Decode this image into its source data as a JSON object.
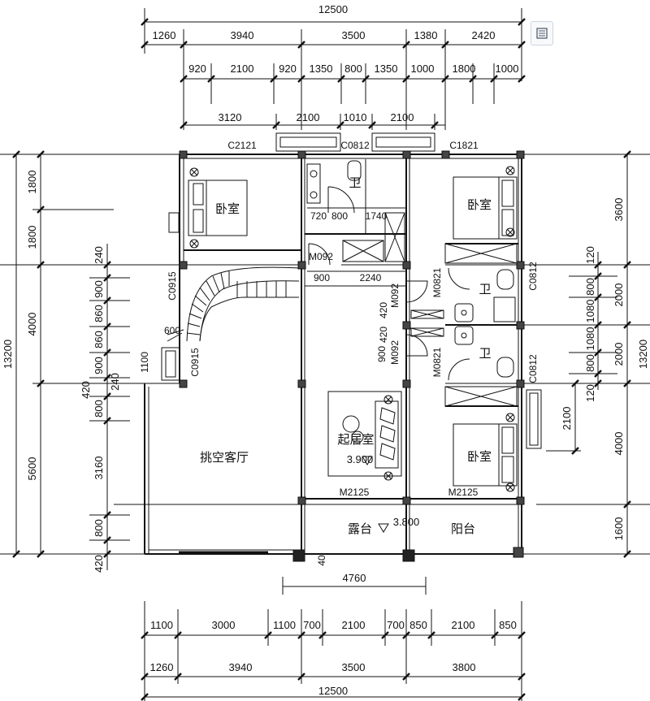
{
  "expand_icon": "fullscreen-icon",
  "top_overall": "12500",
  "top_row1": [
    "1260",
    "3940",
    "3500",
    "1380",
    "2420"
  ],
  "top_row2": [
    "920",
    "2100",
    "920",
    "1350",
    "800",
    "1350",
    "1000",
    "1800",
    "1000"
  ],
  "top_row3": [
    "3120",
    "2100",
    "1010",
    "2100"
  ],
  "bottom_row1": [
    "1100",
    "3000",
    "1100",
    "700",
    "2100",
    "700",
    "850",
    "2100",
    "850"
  ],
  "bottom_row2": [
    "1260",
    "3940",
    "3500",
    "3800"
  ],
  "bottom_overall": "12500",
  "left_outer": [
    "1800",
    "1800",
    "4000",
    "5600"
  ],
  "left_total": "13200",
  "left_inner": [
    "240",
    "900",
    "860",
    "860",
    "900",
    "240",
    "420",
    "800",
    "3160",
    "800",
    "420"
  ],
  "right_outer": [
    "3600",
    "2000",
    "2000",
    "4000",
    "1600"
  ],
  "right_total": "13200",
  "right_inner": [
    "120",
    "800",
    "1080",
    "1080",
    "800",
    "120"
  ],
  "right_2100": "2100",
  "rooms": {
    "bedroom_nw": "卧室",
    "bath_n": "卫",
    "bedroom_ne": "卧室",
    "bath_e1": "卫",
    "bath_e2": "卫",
    "bedroom_se": "卧室",
    "living": "起居室",
    "hall": "挑空客厅",
    "terrace": "露台",
    "balcony": "阳台"
  },
  "elevations": {
    "living": "3.900",
    "terrace": "3.800"
  },
  "codes": {
    "c2121": "C2121",
    "c0812_top": "C0812",
    "c1821": "C1821",
    "m092_a": "M092",
    "c0915_a": "C0915",
    "c0915_b": "C0915",
    "m0821_a": "M0821",
    "m0821_b": "M0821",
    "c0812_r1": "C0812",
    "c0812_r2": "C0812",
    "m092_b": "M092",
    "m092_c": "M092",
    "m2125_a": "M2125",
    "m2125_b": "M2125"
  },
  "interior_dims": {
    "d720": "720",
    "d800": "800",
    "d1740": "1740",
    "d900": "900",
    "d2240": "2240",
    "d600": "600",
    "d1100": "1100",
    "d420a": "420",
    "d420b": "420",
    "d900b": "900",
    "d4760": "4760",
    "d40": "40"
  }
}
